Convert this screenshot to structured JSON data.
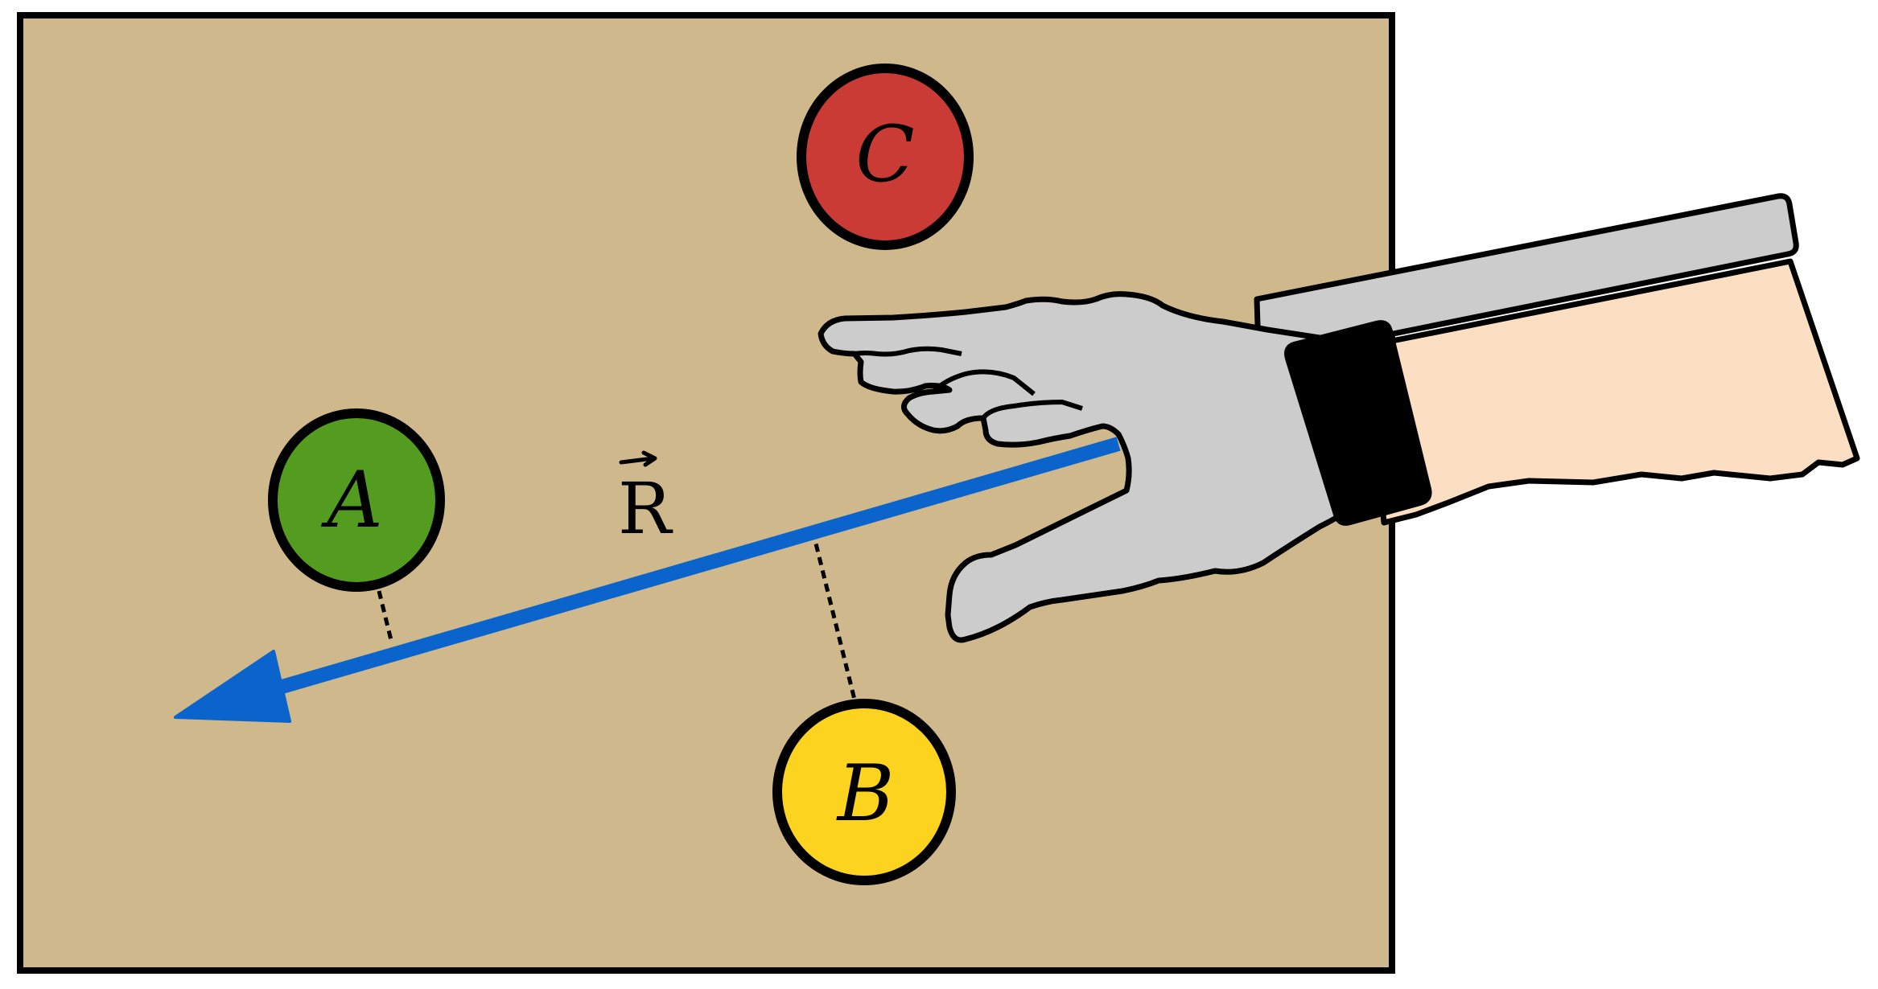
{
  "scene": {
    "table_color": "#cfb98c",
    "outline_color": "#000000",
    "markers": [
      {
        "id": "C",
        "label": "C",
        "color": "#cb3b36"
      },
      {
        "id": "A",
        "label": "A",
        "color": "#549c1f"
      },
      {
        "id": "B",
        "label": "B",
        "color": "#fcd31e"
      }
    ],
    "vector": {
      "label": "R",
      "color": "#0b64cc"
    },
    "glove_color": "#cccccc",
    "strap_color": "#000000",
    "skin_color": "#fcdfc2",
    "device_color": "#cccccc"
  }
}
